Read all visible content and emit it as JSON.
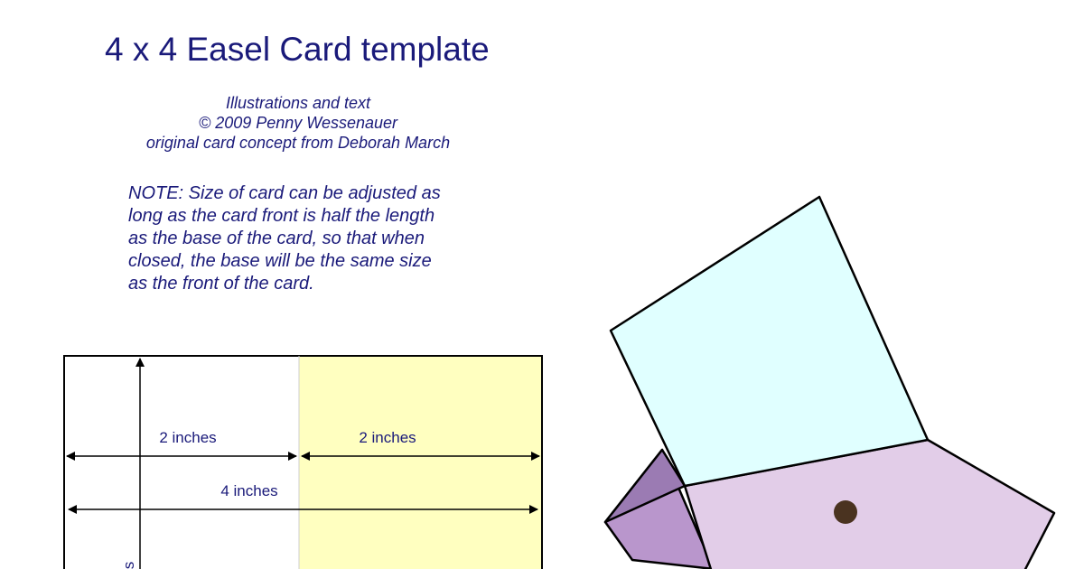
{
  "title": "4 x 4 Easel Card template",
  "credits": {
    "line1": "Illustrations and text",
    "line2": "© 2009 Penny Wessenauer",
    "line3": "original card concept from Deborah March"
  },
  "note": {
    "line1": "NOTE: Size of card can be adjusted as",
    "line2": "long as the card front is half the length",
    "line3": "as the base of the card, so that when",
    "line4": "closed, the base will be the same size",
    "line5": "as the front of the card."
  },
  "template": {
    "dim_left": "2 inches",
    "dim_right": "2 inches",
    "dim_total": "4 inches",
    "dim_vertical_partial": "s",
    "colors": {
      "right_panel": "#ffffc0",
      "outline": "#000000"
    }
  },
  "easel": {
    "colors": {
      "front": "#e0ffff",
      "base": "#e2cde8",
      "support": "#b996cc",
      "button": "#4a3320"
    }
  }
}
